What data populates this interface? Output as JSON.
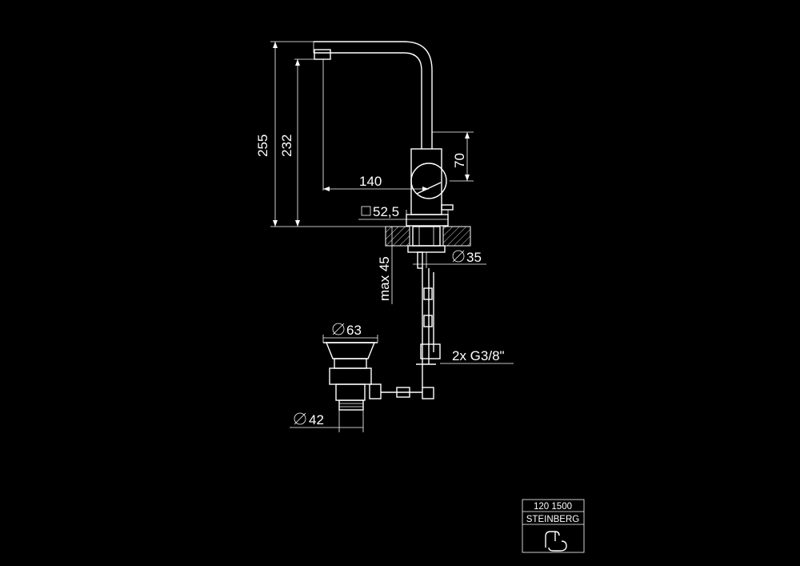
{
  "drawing": {
    "dimensions": {
      "total_height": "255",
      "spout_height": "232",
      "reach": "140",
      "body_height": "70",
      "base": "52,5",
      "hole": "35",
      "max_thickness": "max 45",
      "connections": "2x G3/8\"",
      "drain_top": "63",
      "drain_bottom": "42"
    }
  },
  "title_block": {
    "code": "120 1500",
    "brand": "STEINBERG"
  },
  "colors": {
    "background": "#000000",
    "line": "#ffffff"
  }
}
